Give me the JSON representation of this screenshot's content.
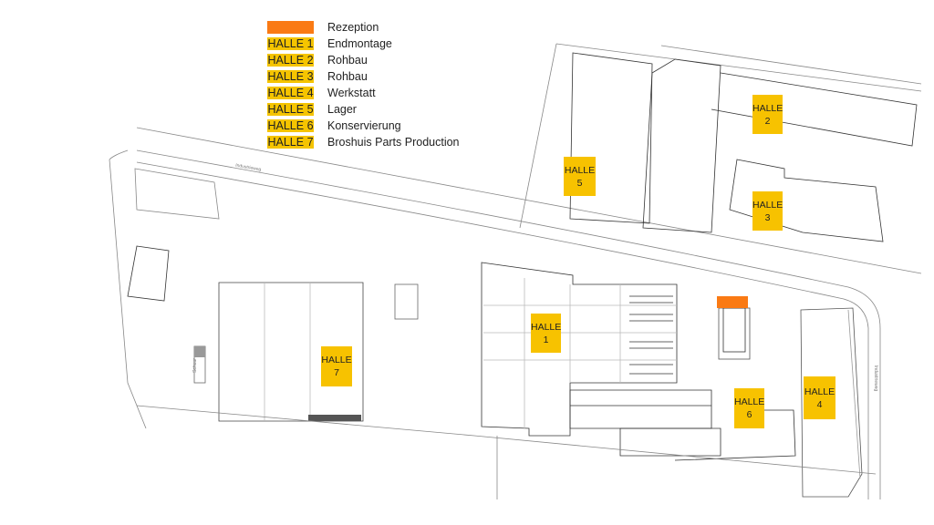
{
  "legend": {
    "reception": {
      "label": "Rezeption",
      "color": "#fa7a14"
    },
    "halls": [
      {
        "tag": "HALLE 1",
        "label": "Endmontage"
      },
      {
        "tag": "HALLE 2",
        "label": "Rohbau"
      },
      {
        "tag": "HALLE 3",
        "label": "Rohbau"
      },
      {
        "tag": "HALLE 4",
        "label": "Werkstatt"
      },
      {
        "tag": "HALLE 5",
        "label": "Lager"
      },
      {
        "tag": "HALLE 6",
        "label": "Konservierung"
      },
      {
        "tag": "HALLE 7",
        "label": "Broshuis Parts Production"
      }
    ],
    "hall_color": "#f5c400"
  },
  "map": {
    "hall_word": "HALLE",
    "hall_numbers": [
      "1",
      "2",
      "3",
      "4",
      "5",
      "6",
      "7"
    ],
    "streets": [
      "Industrieweg",
      "Industrieweg"
    ],
    "shed_label": "Schuur"
  }
}
